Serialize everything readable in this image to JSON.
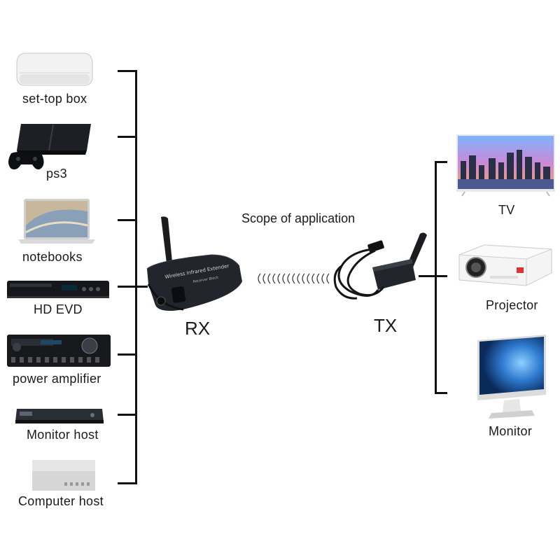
{
  "title": "Scope of application",
  "left_devices": [
    {
      "label": "set-top box",
      "icon": "set-top-box-icon"
    },
    {
      "label": "ps3",
      "icon": "game-console-icon"
    },
    {
      "label": "notebooks",
      "icon": "laptop-icon"
    },
    {
      "label": "HD EVD",
      "icon": "dvd-player-icon"
    },
    {
      "label": "power amplifier",
      "icon": "amplifier-icon"
    },
    {
      "label": "Monitor host",
      "icon": "dvr-icon"
    },
    {
      "label": "Computer host",
      "icon": "mini-pc-icon"
    }
  ],
  "right_devices": [
    {
      "label": "TV",
      "icon": "tv-icon"
    },
    {
      "label": "Projector",
      "icon": "projector-icon"
    },
    {
      "label": "Monitor",
      "icon": "monitor-icon"
    }
  ],
  "rx": {
    "label": "RX",
    "device_text": "Wireless Infrared Extender",
    "device_subtext": "Receiver Block"
  },
  "tx": {
    "label": "TX"
  },
  "colors": {
    "line": "#111111",
    "device_dark": "#1c1f24",
    "signal": "#333333"
  }
}
